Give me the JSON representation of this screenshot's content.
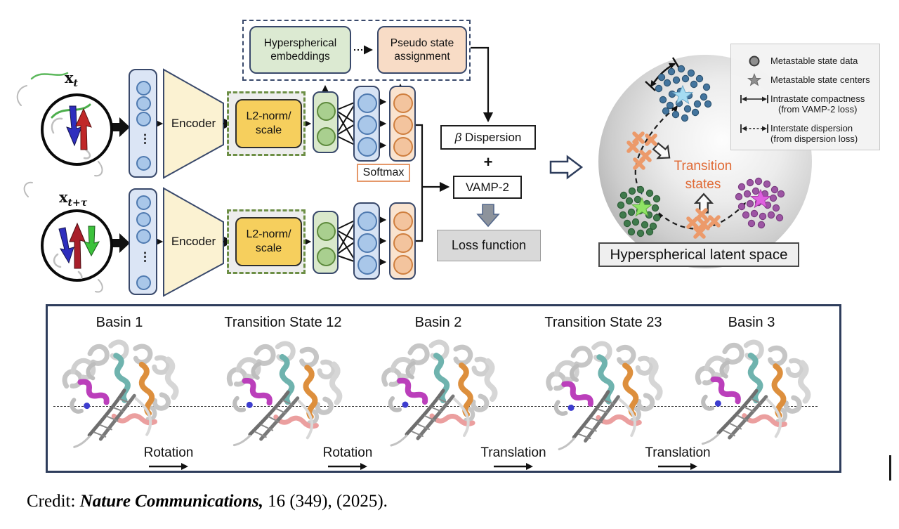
{
  "figure": {
    "input_top": {
      "base": "x",
      "sub": "t"
    },
    "input_bottom": {
      "base": "x",
      "sub": "t+τ"
    },
    "encoder": "Encoder",
    "ellipsis": "⋮",
    "l2": {
      "line1": "L2-norm/",
      "line2": "scale"
    },
    "softmax": "Softmax",
    "module": {
      "embeddings_l1": "Hyperspherical",
      "embeddings_l2": "embeddings",
      "pseudo_l1": "Pseudo state",
      "pseudo_l2": "assignment"
    },
    "beta": "β",
    "dispersion": " Dispersion",
    "plus": "+",
    "vamp": "VAMP-2",
    "loss": "Loss function"
  },
  "sphere": {
    "transition_l1": "Transition",
    "transition_l2": "states",
    "caption": "Hyperspherical latent space",
    "legend": {
      "data": "Metastable state data",
      "centers": "Metastable state centers",
      "intra_l1": "Intrastate compactness",
      "intra_l2": "(from VAMP-2 loss)",
      "inter_l1": "Interstate dispersion",
      "inter_l2": "(from dispersion loss)"
    }
  },
  "panel": {
    "states": [
      "Basin 1",
      "Transition State 12",
      "Basin 2",
      "Transition State 23",
      "Basin 3"
    ],
    "transitions": [
      "Rotation",
      "Rotation",
      "Translation",
      "Translation"
    ]
  },
  "credit": {
    "prefix": "Credit: ",
    "journal": "Nature Communications,",
    "citation": " 16 (349), (2025)."
  },
  "icons": {
    "legend_data": "filled-circle",
    "legend_centers": "star",
    "legend_intra": "double-arrow-solid",
    "legend_inter": "double-arrow-dashed"
  },
  "colors": {
    "navy": "#2e3d5c",
    "encoder_fill": "#fbf2d2",
    "l2_fill": "#f6cf5d",
    "l2_border": "#6d8f46",
    "node_blue": "#a9c7e9",
    "node_green": "#a9cf8f",
    "node_orange": "#f3c49e",
    "softmax_border": "#e5986a",
    "embeddings_fill": "#dcead2",
    "pseudo_fill": "#f8dcc6",
    "loss_fill": "#d9d9d9",
    "transition_orange": "#e06a35",
    "cluster_blue": "#44759e",
    "cluster_green": "#3f7a4c",
    "cluster_purple": "#9d55a4",
    "star_blue": "#a5dcf2",
    "star_green": "#8fe465",
    "star_purple": "#e060e0",
    "marker_orange": "#ec9a6a"
  }
}
